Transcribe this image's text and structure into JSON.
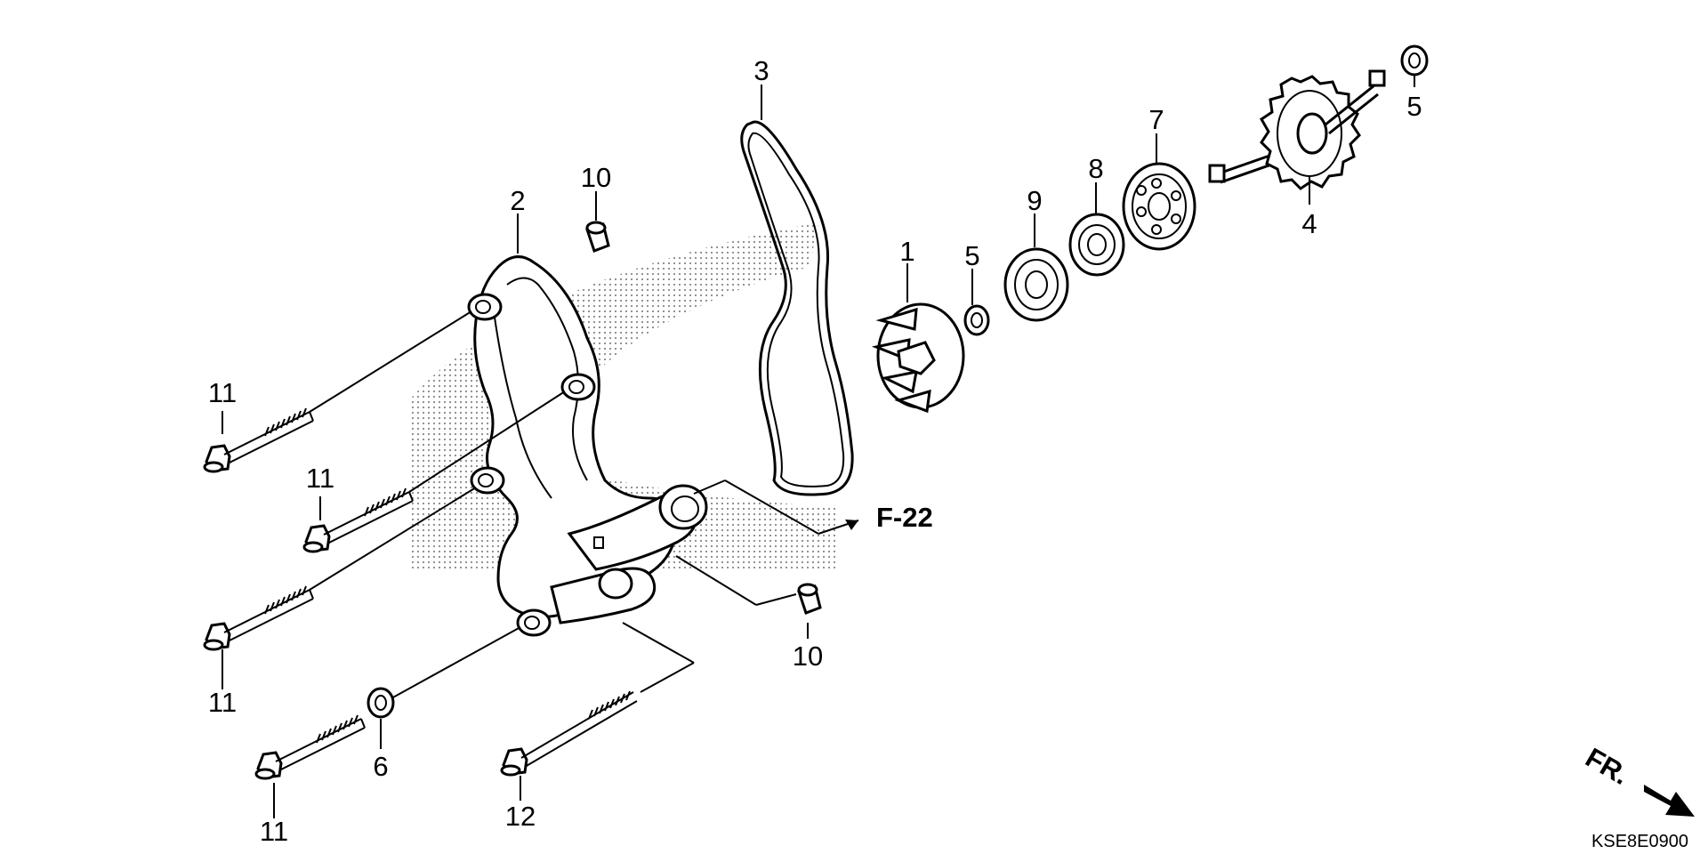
{
  "callouts": {
    "c1": "1",
    "c2": "2",
    "c3": "3",
    "c4": "4",
    "c5a": "5",
    "c5b": "5",
    "c6": "6",
    "c7": "7",
    "c8": "8",
    "c9": "9",
    "c10a": "10",
    "c10b": "10",
    "c11a": "11",
    "c11b": "11",
    "c11c": "11",
    "c11d": "11",
    "c12": "12"
  },
  "reference": "F-22",
  "front_marker": "FR.",
  "diagram_code": "KSE8E0900",
  "parts": {
    "p1": "impeller-icon",
    "p2": "water-pump-cover-icon",
    "p3": "gasket-icon",
    "p4": "pump-shaft-gear-icon",
    "p5": "washer-icon",
    "p6": "washer-icon",
    "p7": "bearing-icon",
    "p8": "oil-seal-icon",
    "p9": "water-seal-icon",
    "p10": "dowel-pin-icon",
    "p11": "flange-bolt-icon",
    "p12": "long-bolt-icon"
  }
}
